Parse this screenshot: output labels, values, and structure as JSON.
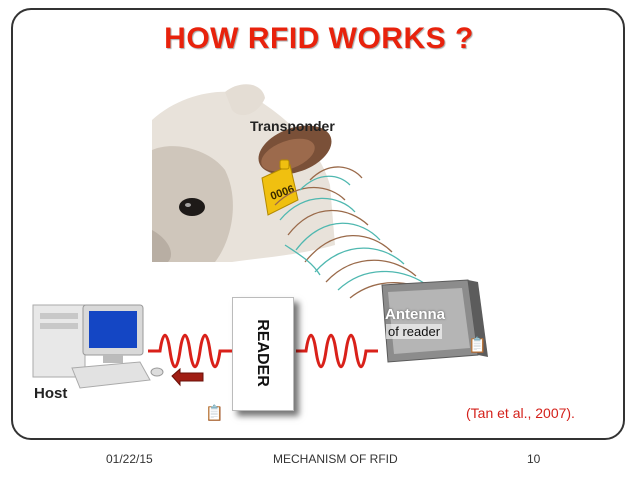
{
  "slide": {
    "title": "HOW RFID WORKS ?",
    "title_color": "#e8220c",
    "labels": {
      "transponder": "Transponder",
      "antenna": "Antenna",
      "antenna_sub": "of reader",
      "host": "Host",
      "reader": "READER"
    },
    "citation": "(Tan et al., 2007).",
    "citation_color": "#d4211b",
    "icons": [
      "cow-photo",
      "ear-tag-icon",
      "computer-icon",
      "antenna-device-icon",
      "signal-wave-icon",
      "arrow-left-icon",
      "note-icon"
    ]
  },
  "footer": {
    "date": "01/22/15",
    "title": "MECHANISM OF RFID",
    "page": "10"
  }
}
